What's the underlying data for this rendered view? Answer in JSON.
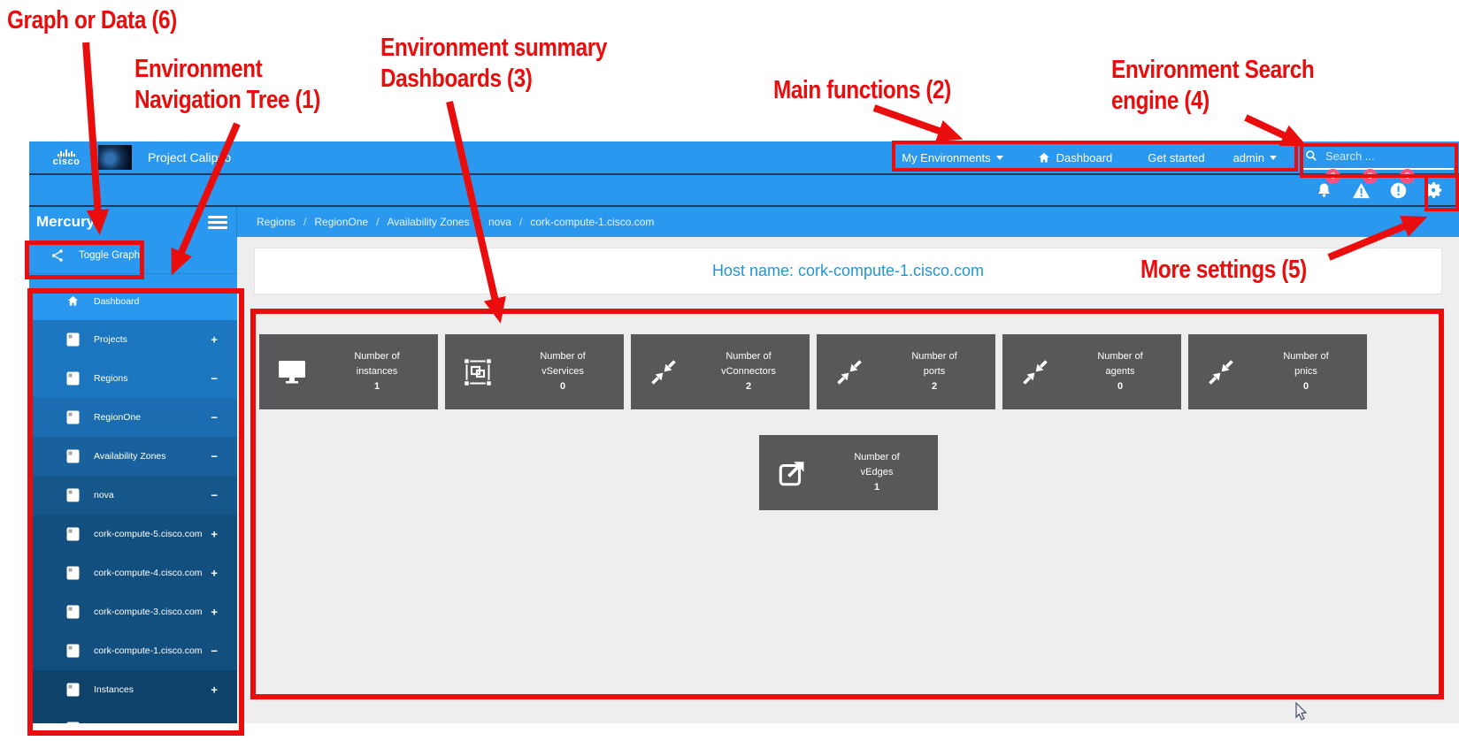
{
  "header": {
    "logo_text": "cisco",
    "title": "Project Calipso",
    "nav": {
      "my_environments": "My Environments",
      "dashboard": "Dashboard",
      "get_started": "Get started",
      "user": "admin"
    },
    "search_placeholder": "Search ..."
  },
  "notifications": {
    "bell_count": "0",
    "warning_count": "0",
    "error_count": "0"
  },
  "sidebar": {
    "title": "Mercury",
    "toggle_graph_label": "Toggle Graph",
    "tree": [
      {
        "label": "Dashboard",
        "icon": "home",
        "depth": 0,
        "selected": true,
        "expander": ""
      },
      {
        "label": "Projects",
        "icon": "note",
        "depth": 1,
        "expander": "+"
      },
      {
        "label": "Regions",
        "icon": "note",
        "depth": 1,
        "expander": "−"
      },
      {
        "label": "RegionOne",
        "icon": "note",
        "depth": 2,
        "expander": "−"
      },
      {
        "label": "Availability Zones",
        "icon": "note",
        "depth": 3,
        "expander": "−"
      },
      {
        "label": "nova",
        "icon": "note",
        "depth": 4,
        "expander": "−"
      },
      {
        "label": "cork-compute-5.cisco.com",
        "icon": "note",
        "depth": 5,
        "expander": "+"
      },
      {
        "label": "cork-compute-4.cisco.com",
        "icon": "note",
        "depth": 5,
        "expander": "+"
      },
      {
        "label": "cork-compute-3.cisco.com",
        "icon": "note",
        "depth": 5,
        "expander": "+"
      },
      {
        "label": "cork-compute-1.cisco.com",
        "icon": "note",
        "depth": 5,
        "expander": "−"
      },
      {
        "label": "Instances",
        "icon": "note",
        "depth": 6,
        "expander": "+"
      }
    ]
  },
  "breadcrumb": {
    "separator": "/",
    "items": [
      "Regions",
      "RegionOne",
      "Availability Zones",
      "nova",
      "cork-compute-1.cisco.com"
    ]
  },
  "main": {
    "host_heading": "Host name: cork-compute-1.cisco.com",
    "tiles": [
      {
        "icon": "monitor",
        "line1": "Number of",
        "line2": "instances",
        "value": "1"
      },
      {
        "icon": "vservice",
        "line1": "Number of",
        "line2": "vServices",
        "value": "0"
      },
      {
        "icon": "compress",
        "line1": "Number of",
        "line2": "vConnectors",
        "value": "2"
      },
      {
        "icon": "compress",
        "line1": "Number of",
        "line2": "ports",
        "value": "2"
      },
      {
        "icon": "compress",
        "line1": "Number of",
        "line2": "agents",
        "value": "0"
      },
      {
        "icon": "compress",
        "line1": "Number of",
        "line2": "pnics",
        "value": "0"
      }
    ],
    "tiles_row2": [
      {
        "icon": "external-link",
        "line1": "Number of",
        "line2": "vEdges",
        "value": "1"
      }
    ]
  },
  "annotations": {
    "graph_or_data": "Graph or Data (6)",
    "nav_tree_line1": "Environment",
    "nav_tree_line2": "Navigation Tree (1)",
    "env_summary_line1": "Environment summary",
    "env_summary_line2": "Dashboards (3)",
    "main_functions": "Main functions (2)",
    "search_engine_line1": "Environment Search",
    "search_engine_line2": "engine (4)",
    "more_settings": "More settings (5)"
  },
  "colors": {
    "header_blue": "#2a98ee",
    "content_gray": "#eeeeee",
    "tile_gray": "#58585a",
    "badge_pink": "#f4537e",
    "heading_blue": "#2196d4",
    "annotation_red": "#e90d0d"
  }
}
